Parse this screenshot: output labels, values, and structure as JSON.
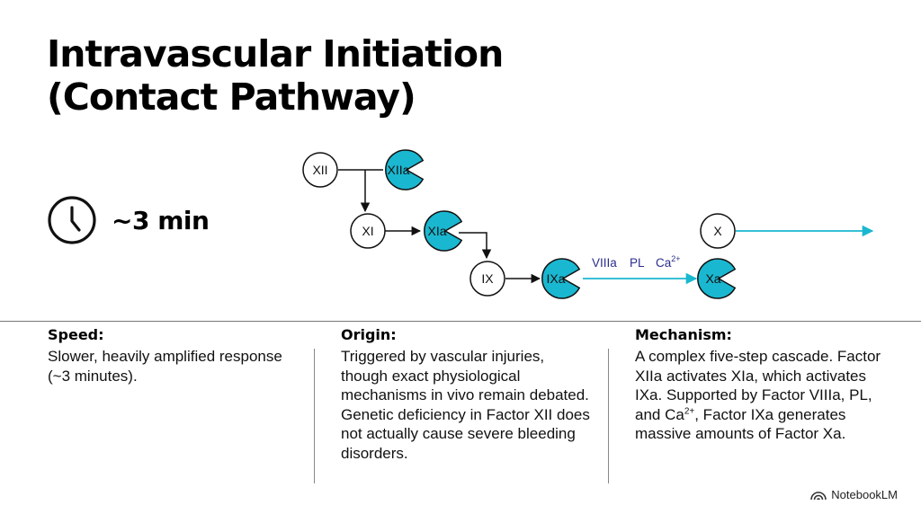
{
  "title": {
    "line1": "Intravascular Initiation",
    "line2": "(Contact Pathway)"
  },
  "timer": {
    "icon": "clock-icon",
    "label": "~3 min"
  },
  "diagram": {
    "nodes": {
      "xii": "XII",
      "xiia": "XIIa",
      "xi": "XI",
      "xia": "XIa",
      "ix": "IX",
      "ixa": "IXa",
      "x": "X",
      "xa": "Xa"
    },
    "cofactors": {
      "viiia": "VIIIa",
      "pl": "PL",
      "ca_base": "Ca",
      "ca_charge": "2+"
    },
    "colors": {
      "active": "#1ab7d0",
      "arrow": "#1ab7d0",
      "cofactor_text": "#2b2d8c",
      "outline": "#111111"
    }
  },
  "columns": {
    "speed": {
      "heading": "Speed:",
      "text": "Slower, heavily amplified response (~3 minutes)."
    },
    "origin": {
      "heading": "Origin:",
      "text": "Triggered by vascular injuries, though exact physiological mechanisms in vivo remain debated. Genetic deficiency in Factor XII does not actually cause severe bleeding disorders."
    },
    "mechanism": {
      "heading": "Mechanism:",
      "text_part1": "A complex five-step cascade. Factor XIIa activates XIa, which activates IXa. Supported by Factor VIIIa, PL, and Ca",
      "text_sup": "2+",
      "text_part2": ", Factor IXa generates massive amounts of Factor Xa."
    }
  },
  "brand": {
    "label": "NotebookLM"
  }
}
